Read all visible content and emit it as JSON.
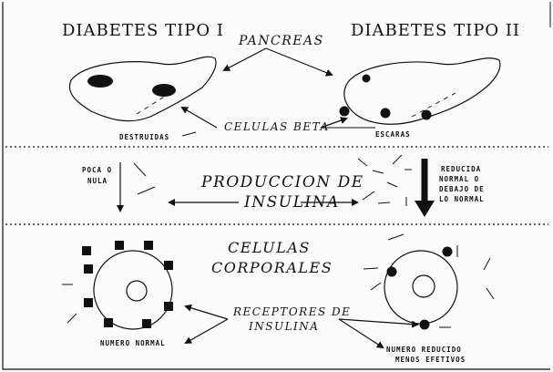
{
  "headings": {
    "left": "DIABETES TIPO I",
    "right": "DIABETES TIPO II"
  },
  "pancreas_label": "PANCREAS",
  "beta_cells_label": "CELULAS BETA",
  "destroyed_label": "DESTRUIDAS",
  "scars_label": "ESCARAS",
  "production": {
    "line1": "PRODUCCION DE",
    "line2": "INSULINA"
  },
  "left_production": {
    "line1": "POCA O",
    "line2": "NULA"
  },
  "right_production": {
    "line1": "REDUCIDA",
    "line2": "NORMAL O",
    "line3": "DEBAJO DE",
    "line4": "LO NORMAL"
  },
  "body_cells": {
    "line1": "CELULAS",
    "line2": "CORPORALES"
  },
  "receptors": {
    "line1": "RECEPTORES DE",
    "line2": "INSULINA"
  },
  "normal_number_label": "NUMERO NORMAL",
  "reduced": {
    "line1": "NUMERO REDUCIDO",
    "line2": "MENOS EFETIVOS"
  }
}
